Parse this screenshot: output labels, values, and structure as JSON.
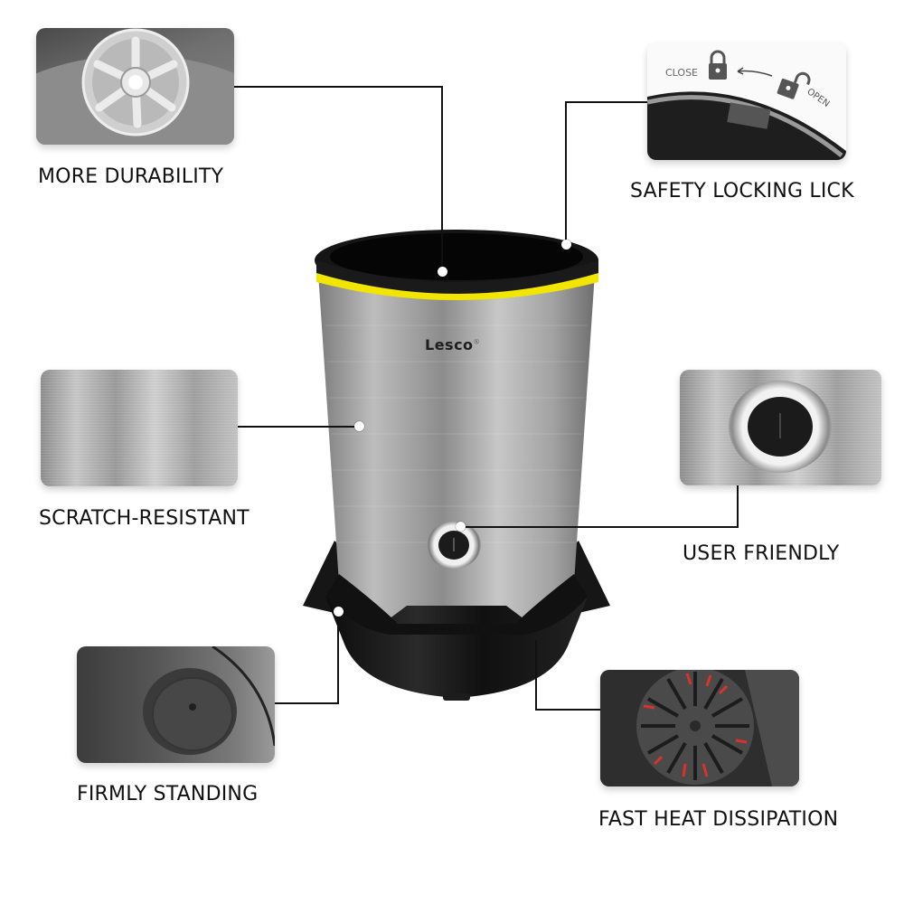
{
  "product": {
    "brand": "Lesco",
    "brand_mark": "®",
    "colors": {
      "accent_ring": "#f2e600",
      "body_black": "#141414",
      "steel": "#a8a8a8",
      "heat_arrows": "#d9332b"
    }
  },
  "features": [
    {
      "id": "durability",
      "label": "MORE DURABILITY",
      "image": "blade-wheel-closeup"
    },
    {
      "id": "locking",
      "label": "SAFETY LOCKING LICK",
      "image": "lock-lid-closeup",
      "inset": {
        "close_label": "CLOSE",
        "open_label": "OPEN"
      }
    },
    {
      "id": "scratch",
      "label": "SCRATCH-RESISTANT",
      "image": "brushed-steel-closeup"
    },
    {
      "id": "user",
      "label": "USER FRIENDLY",
      "image": "power-button-closeup"
    },
    {
      "id": "standing",
      "label": "FIRMLY STANDING",
      "image": "rubber-foot-closeup"
    },
    {
      "id": "heat",
      "label": "FAST HEAT DISSIPATION",
      "image": "vent-fan-closeup"
    }
  ]
}
